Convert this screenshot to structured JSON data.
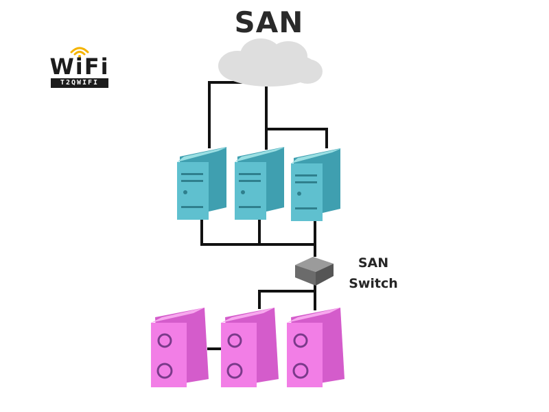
{
  "title": "SAN",
  "switch_label": {
    "line1": "SAN",
    "line2": "Switch"
  },
  "logo": {
    "word": "WiFi",
    "band": "T2QWIFI"
  },
  "colors": {
    "line": "#111111",
    "cloud": "#dedede",
    "server_front": "#5fc0cf",
    "server_side": "#3f9fb0",
    "server_top": "#9adfe3",
    "client_front": "#f27ee6",
    "client_side": "#d45ccb",
    "client_top": "#f7a8ee",
    "switch_top": "#9b9b9b",
    "switch_front": "#6b6b6b",
    "logo_accent": "#f5b400"
  },
  "icons": {
    "cloud": "cloud-icon",
    "server": "server-tower-icon",
    "client": "workstation-tower-icon",
    "switch": "network-switch-icon",
    "wifi": "wifi-signal-icon"
  }
}
